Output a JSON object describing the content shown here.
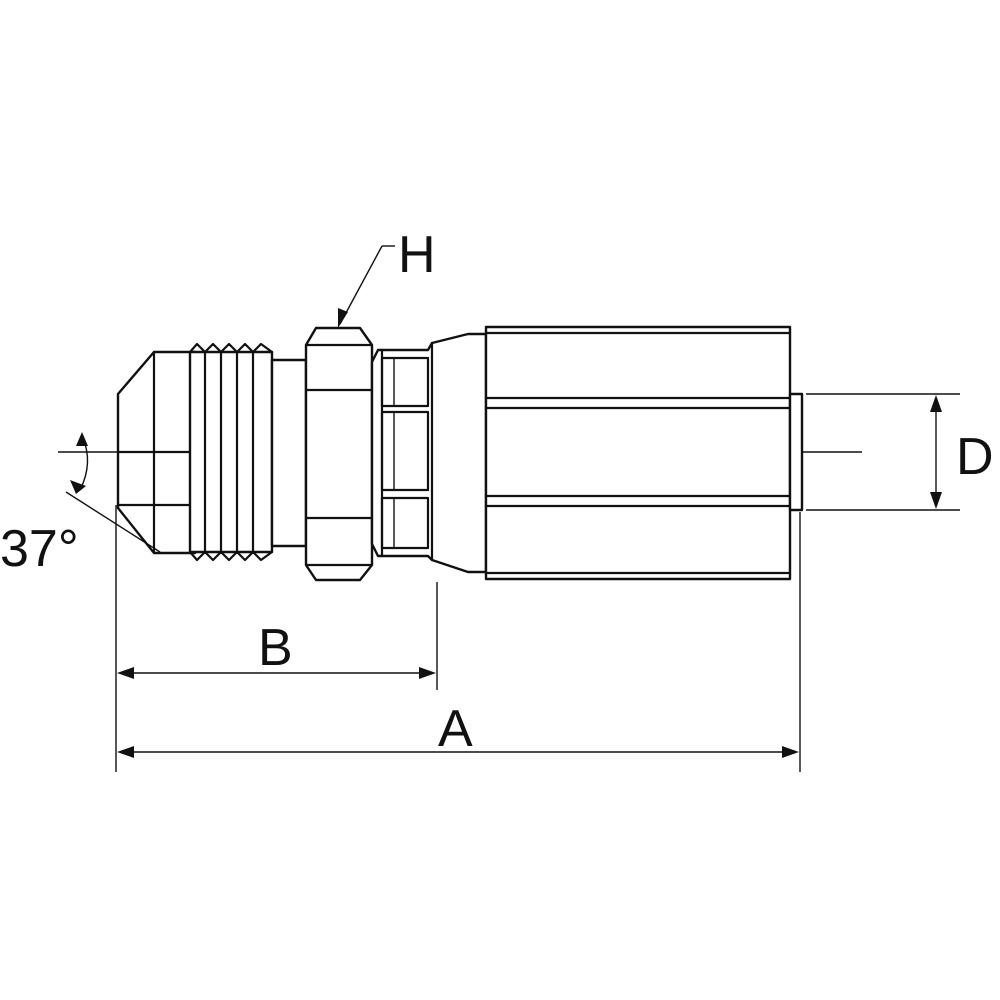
{
  "labels": {
    "hex": "H",
    "diameter": "D",
    "length_b": "B",
    "length_a": "A",
    "angle": "37°"
  },
  "colors": {
    "ink": "#111111",
    "background": "#ffffff"
  }
}
